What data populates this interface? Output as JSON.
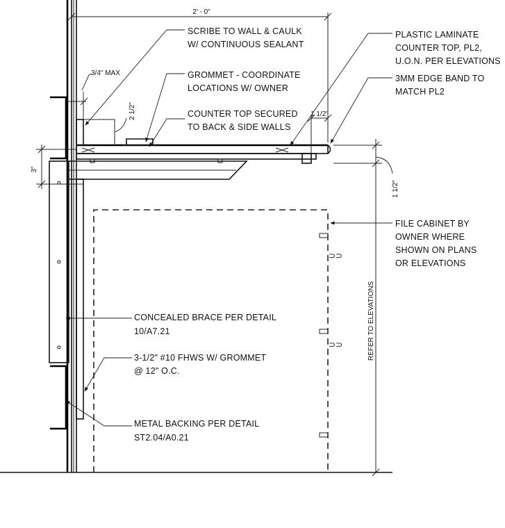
{
  "dimensions": {
    "overall_width": "2' - 0\"",
    "scribe_max": "3/4\" MAX",
    "backsplash_height": "2 1/2\"",
    "edge_setback": "1 1/2\"",
    "counter_thickness": "1 1/2\"",
    "brace_offset": "3\""
  },
  "notes": {
    "scribe_line1": "SCRIBE TO WALL & CAULK",
    "scribe_line2": "W/ CONTINUOUS SEALANT",
    "grommet_line1": "GROMMET - COORDINATE",
    "grommet_line2": "LOCATIONS W/ OWNER",
    "secured_line1": "COUNTER TOP SECURED",
    "secured_line2": "TO BACK & SIDE WALLS",
    "laminate_line1": "PLASTIC LAMINATE",
    "laminate_line2": "COUNTER TOP, PL2,",
    "laminate_line3": "U.O.N. PER ELEVATIONS",
    "edge_line1": "3MM EDGE BAND TO",
    "edge_line2": "MATCH PL2",
    "cabinet_line1": "FILE CABINET BY",
    "cabinet_line2": "OWNER WHERE",
    "cabinet_line3": "SHOWN ON PLANS",
    "cabinet_line4": "OR ELEVATIONS",
    "brace_line1": "CONCEALED BRACE PER DETAIL",
    "brace_line2": "10/A7.21",
    "screw_line1": "3-1/2\" #10 FHWS W/ GROMMET",
    "screw_line2": "@ 12\" O.C.",
    "backing_line1": "METAL BACKING PER DETAIL",
    "backing_line2": "ST2.04/A0.21",
    "refer_vertical": "REFER TO ELEVATIONS"
  }
}
